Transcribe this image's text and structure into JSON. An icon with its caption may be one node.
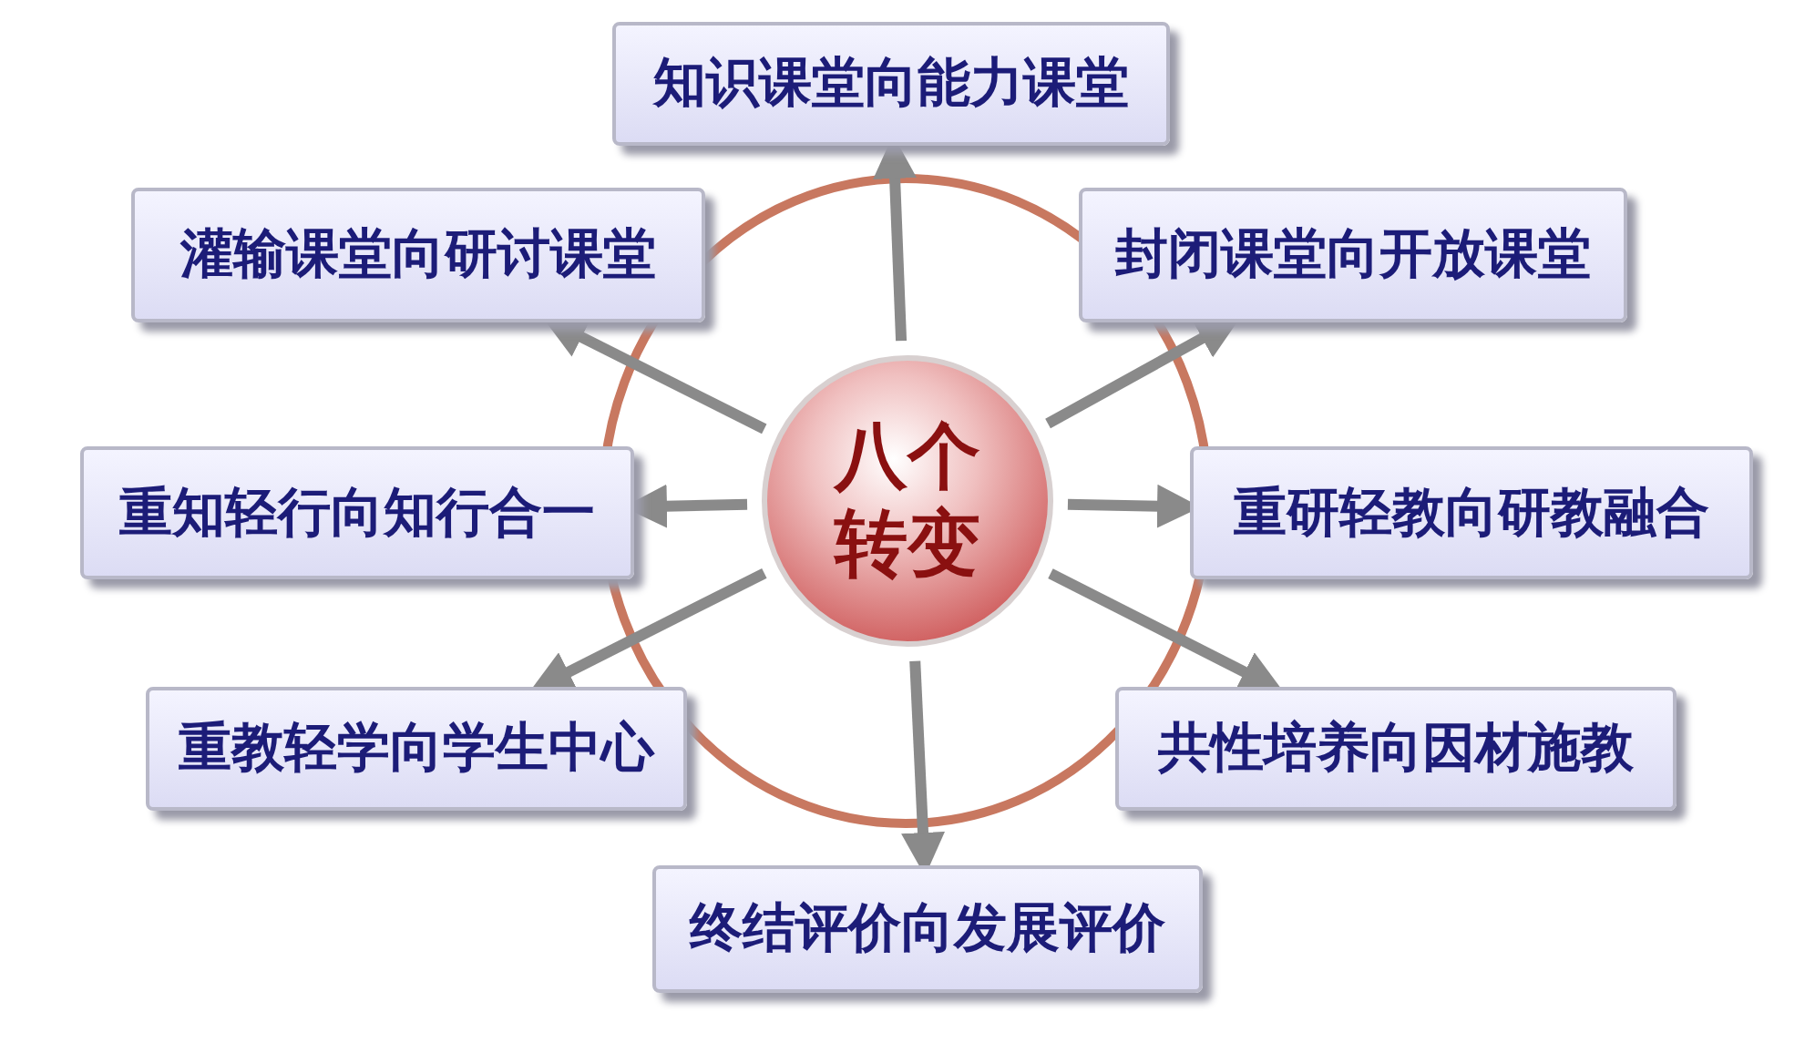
{
  "diagram": {
    "nodes": [
      {
        "text": [
          "八个转变"
        ]
      },
      {
        "text": [
          "知识课堂向能力课堂"
        ]
      },
      {
        "text": [
          "灌输课堂向研讨课堂"
        ]
      },
      {
        "text": [
          "封闭课堂向开放课堂"
        ]
      },
      {
        "text": [
          "重知轻行向知行合一"
        ]
      },
      {
        "text": [
          "重研轻教向研教融合"
        ]
      },
      {
        "text": [
          "重教轻学向学生中心"
        ]
      },
      {
        "text": [
          "共性培养向因材施教"
        ]
      },
      {
        "text": [
          "终结评价向发展评价"
        ]
      }
    ],
    "edges": [
      {
        "from": 0,
        "to": 1,
        "arrow": "to"
      },
      {
        "from": 0,
        "to": 2,
        "arrow": "to"
      },
      {
        "from": 0,
        "to": 3,
        "arrow": "to"
      },
      {
        "from": 0,
        "to": 4,
        "arrow": "to"
      },
      {
        "from": 0,
        "to": 5,
        "arrow": "to"
      },
      {
        "from": 0,
        "to": 6,
        "arrow": "to"
      },
      {
        "from": 0,
        "to": 7,
        "arrow": "to"
      },
      {
        "from": 0,
        "to": 8,
        "arrow": "to"
      }
    ]
  }
}
